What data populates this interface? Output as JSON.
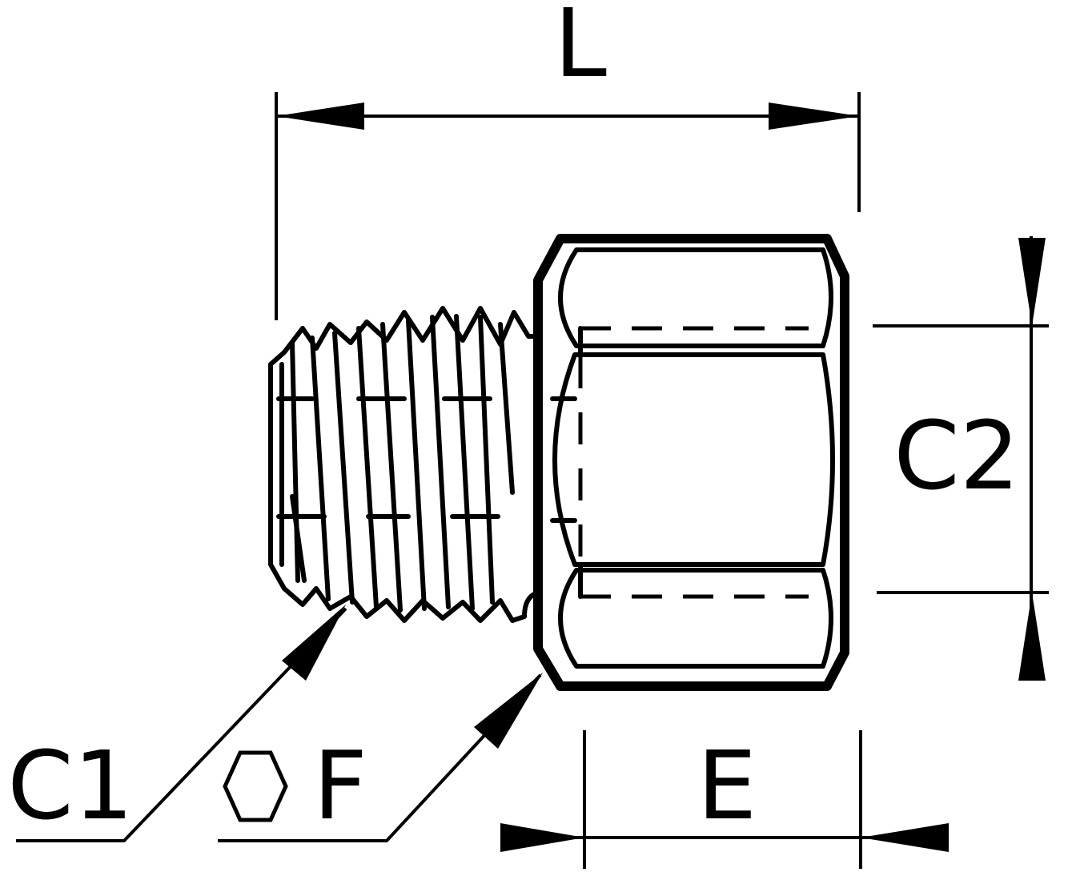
{
  "labels": {
    "length": "L",
    "thread_c1": "C1",
    "thread_c2": "C2",
    "hex_symbol": "hexagon",
    "hex_size": "F",
    "length_e": "E"
  },
  "colors": {
    "line": "#000000",
    "background": "#ffffff"
  }
}
